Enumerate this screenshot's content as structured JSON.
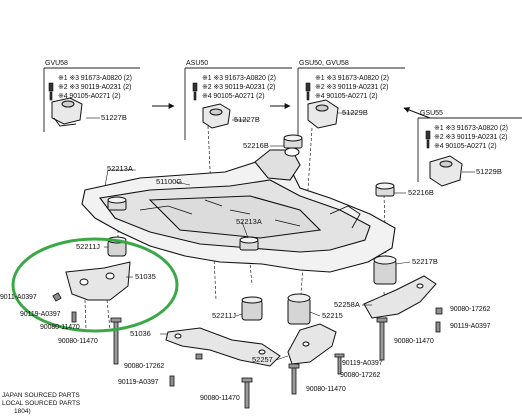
{
  "variant_labels": {
    "gvu58": "GVU58",
    "asu50": "ASU50",
    "gsu50_gvu58": "GSU50, GVU58",
    "gsu55": "GSU55"
  },
  "legend_box_1": {
    "line1": "※1 ※3  91673-A0820 (2)",
    "line2": "※2 ※3  90119-A0231 (2)",
    "line3": "※4       90105-A0271 (2)"
  },
  "legend_box_2": {
    "line1": "※1 ※3  91673-A0820 (2)",
    "line2": "※2 ※3  90119-A0231 (2)",
    "line3": "※4       90105-A0271 (2)"
  },
  "legend_box_3": {
    "line1": "※1 ※3  91673-A0820 (2)",
    "line2": "※2 ※3  90119-A0231 (2)",
    "line3": "※4       90105-A0271 (2)"
  },
  "legend_box_4": {
    "line1": "※1 ※3  91673-A0820 (2)",
    "line2": "※2 ※3  90119-A0231 (2)",
    "line3": "※4       90105-A0271 (2)"
  },
  "parts": {
    "p51227b_a": "51227B",
    "p51227b_b": "51227B",
    "p51229b_a": "51229B",
    "p51229b_b": "51229B",
    "p52216b_a": "52216B",
    "p52216b_b": "52216B",
    "p52213a_a": "52213A",
    "p52213a_b": "52213A",
    "p51100g": "51100G",
    "p52211j_a": "52211J",
    "p52211j_b": "52211J",
    "p51035": "51035",
    "p52217b": "52217B",
    "p52258a": "52258A",
    "p52215": "52215",
    "p51036": "51036",
    "p52257": "52257",
    "b9011_a0397_left": "9011‑A0397",
    "b90119_a0397_l2": "90119‑A0397",
    "b90080_11470_l": "90080‑11470",
    "b90080_17262_l": "90080‑17262",
    "b90119_a0397_l3": "90119‑A0397",
    "b90080_11470_l2": "90080‑11470",
    "b90080_17262_r": "90080‑17262",
    "b90119_a0397_r": "90119‑A0397",
    "b90080_11470_r": "90080‑11470",
    "b90119_a0397_r2": "90119‑A0397",
    "b90080_11470_r2": "90080‑11470",
    "b90080_17262_c": "90080‑17262"
  },
  "footnotes": {
    "line1": "JAPAN SOURCED PARTS",
    "line2": "LOCAL SOURCED PARTS",
    "line3": "1804)"
  },
  "colors": {
    "highlight_circle": "#39a845",
    "ink": "#1a1a1a"
  }
}
